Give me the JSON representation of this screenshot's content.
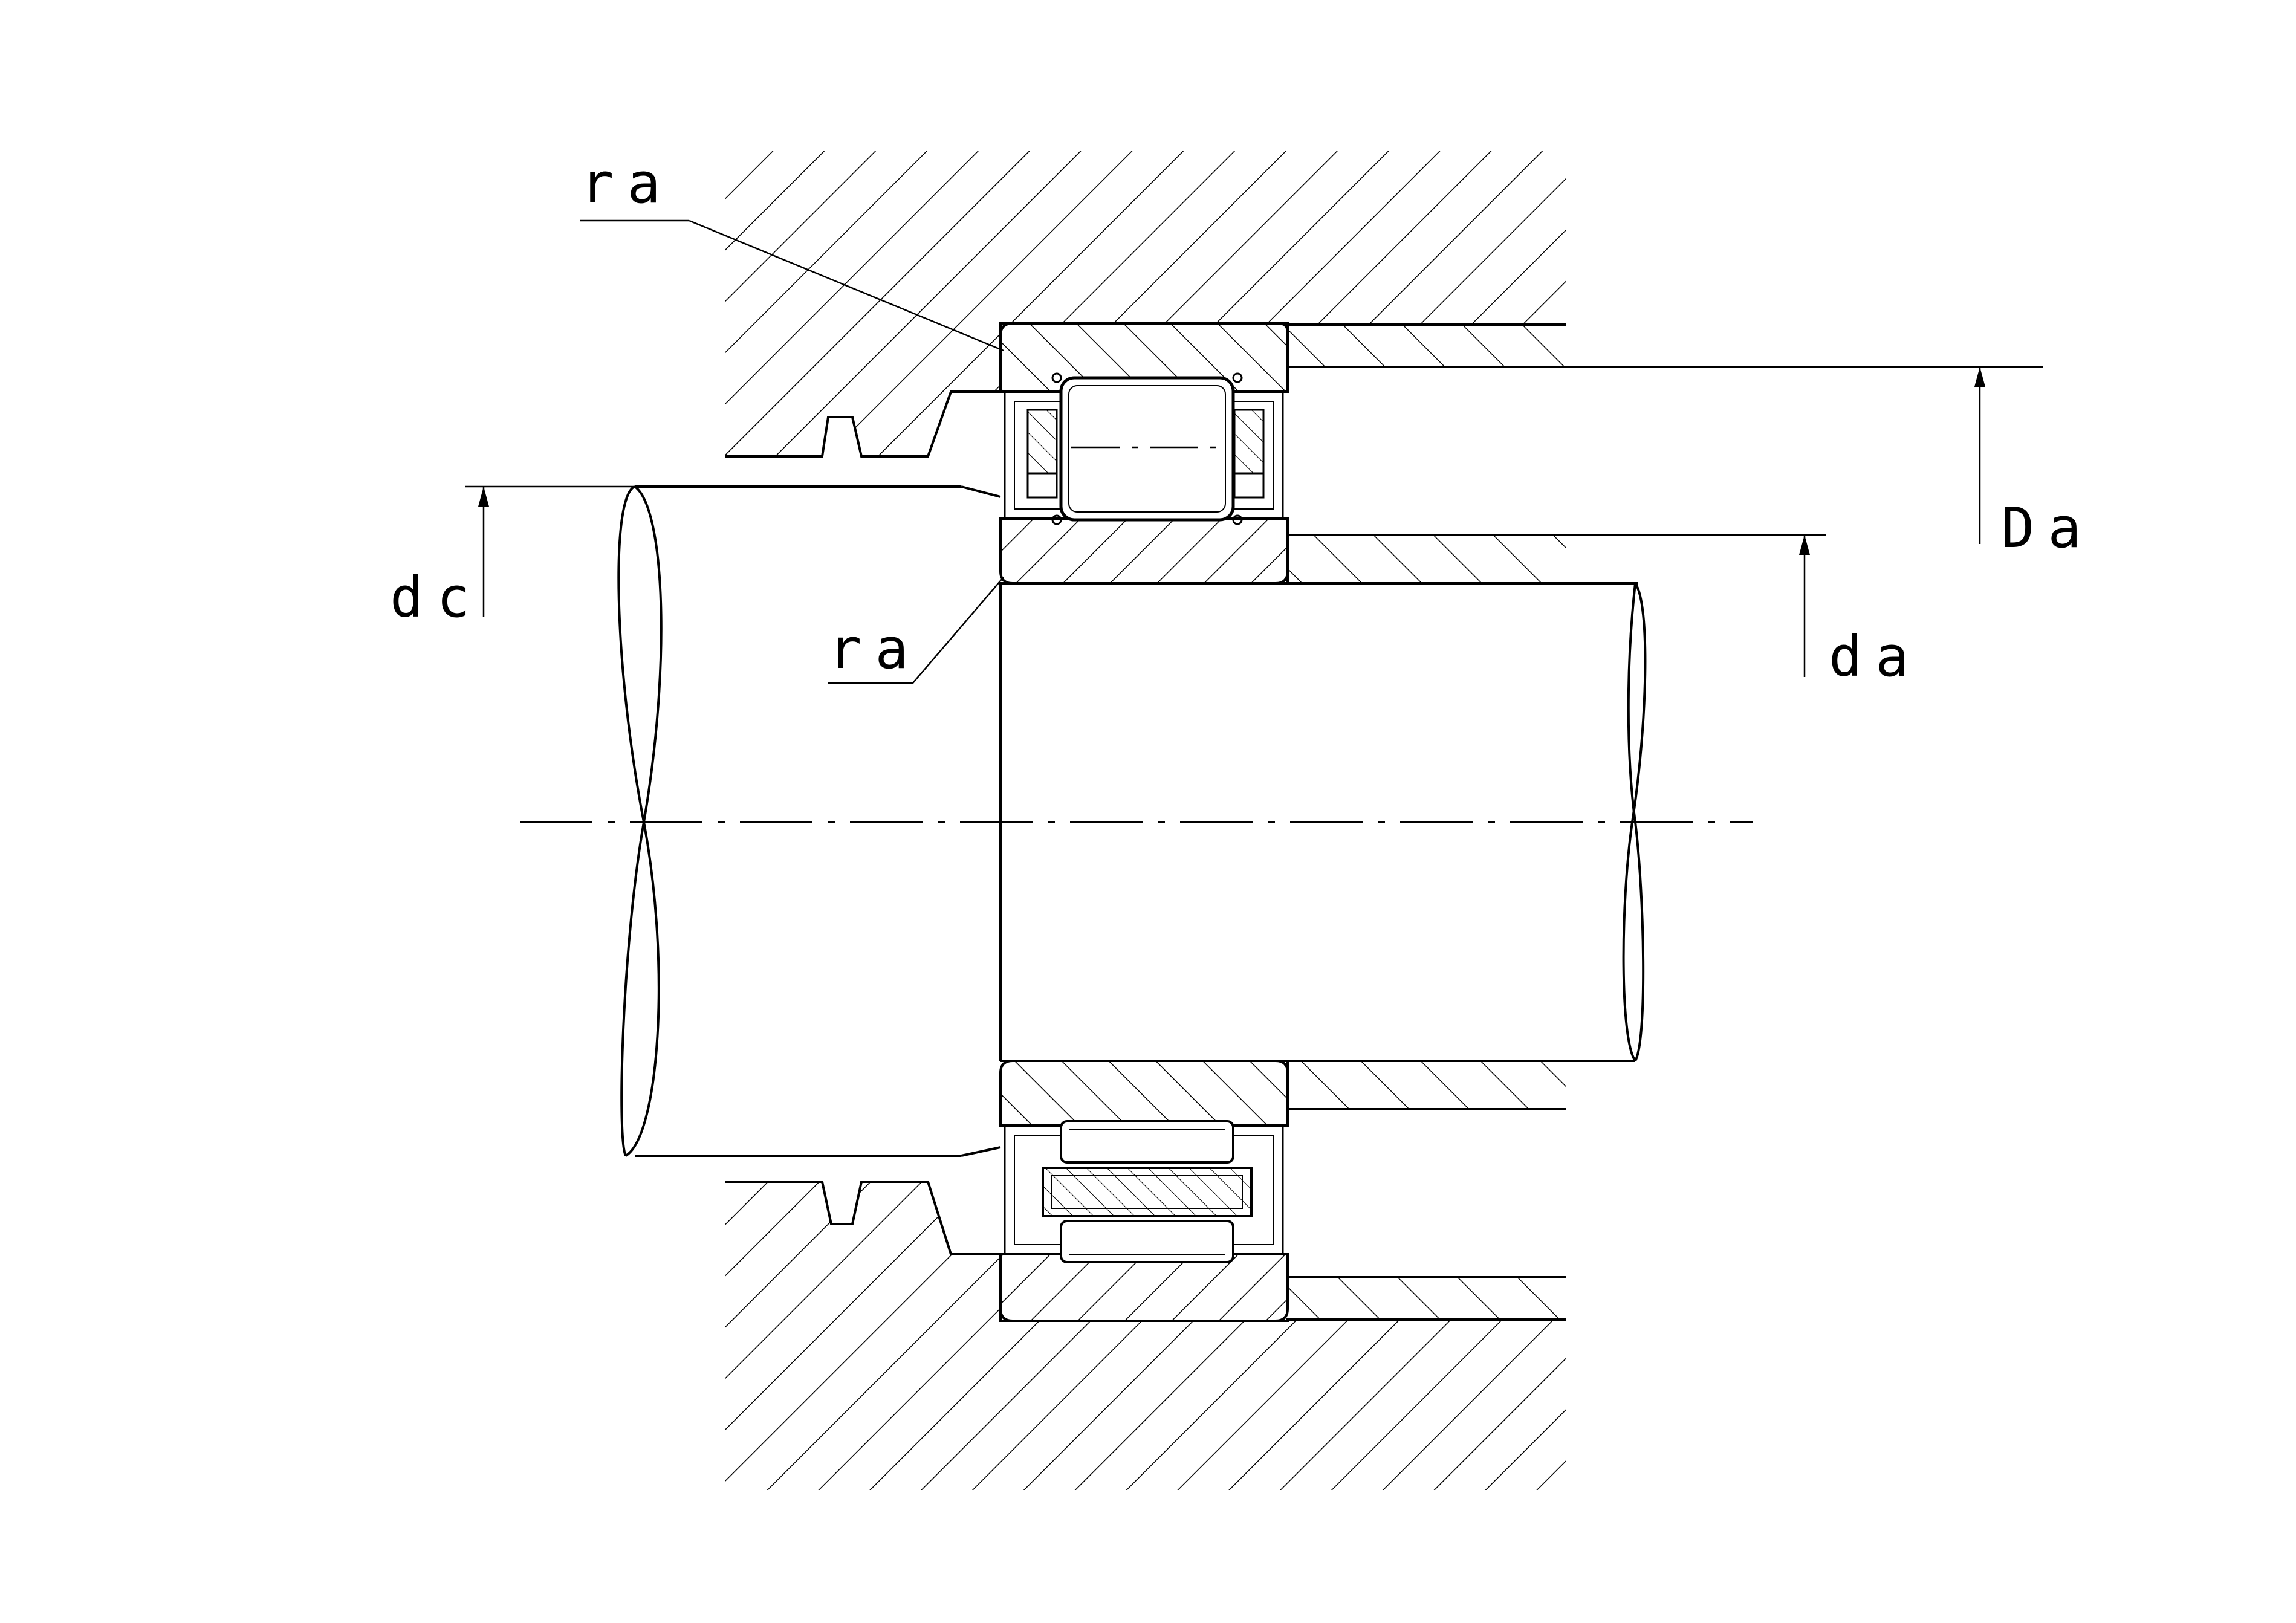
{
  "labels": {
    "ra_top": "ra",
    "ra_bottom": "ra",
    "dc": "dc",
    "da": "da",
    "Da": "Da"
  },
  "colors": {
    "line": "#000000",
    "background": "#ffffff"
  }
}
